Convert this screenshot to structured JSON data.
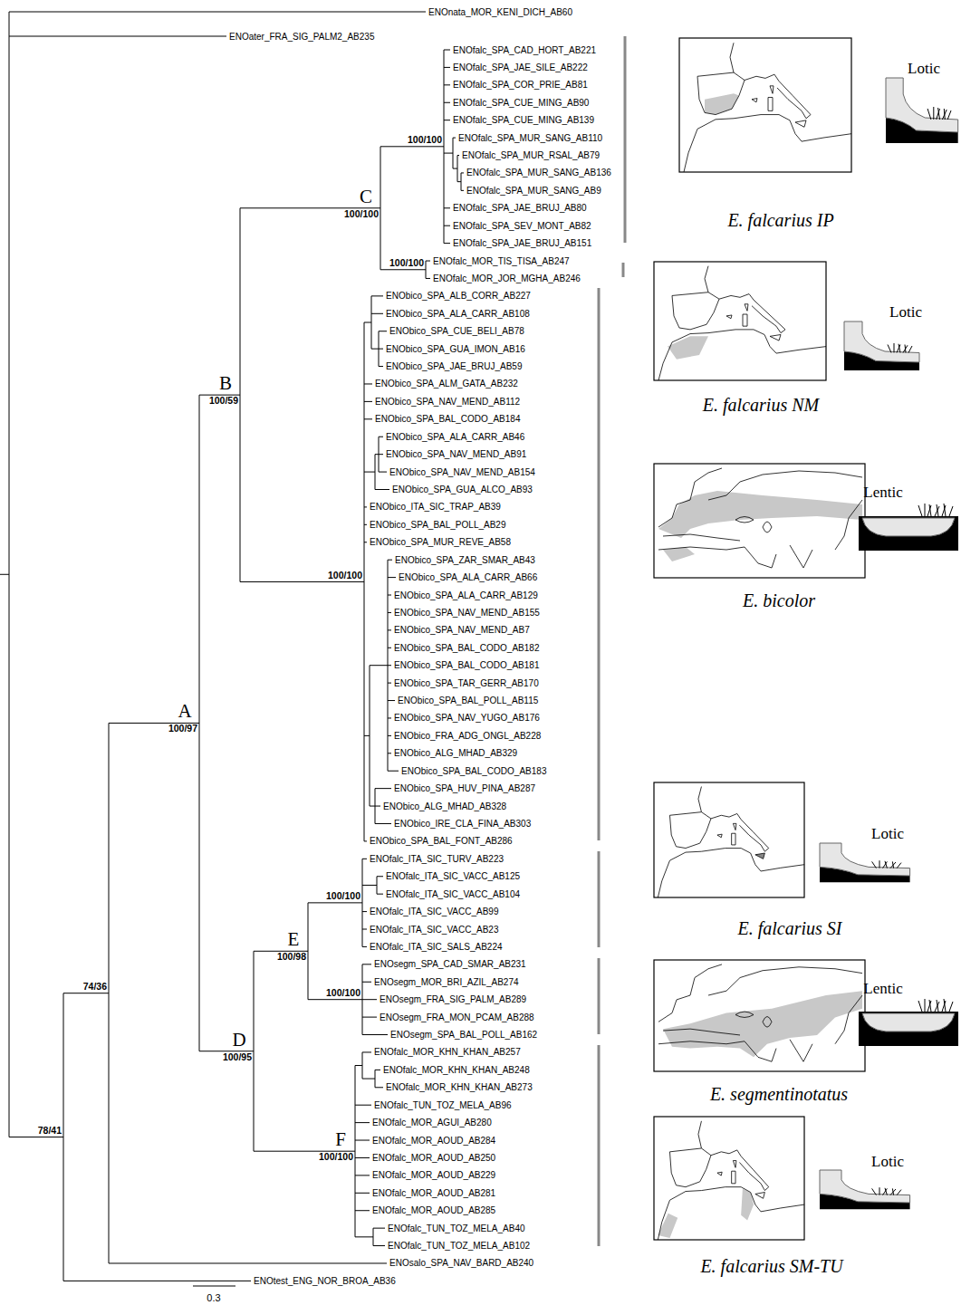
{
  "diagram": {
    "labels": [
      "ENOnata_MOR_KENI_DICH_AB60",
      "ENOater_FRA_SIG_PALM2_AB235",
      "ENOfalc_SPA_CAD_HORT_AB221",
      "ENOfalc_SPA_JAE_SILE_AB222",
      "ENOfalc_SPA_COR_PRIE_AB81",
      "ENOfalc_SPA_CUE_MING_AB90",
      "ENOfalc_SPA_CUE_MING_AB139",
      "ENOfalc_SPA_MUR_SANG_AB110",
      "ENOfalc_SPA_MUR_RSAL_AB79",
      "ENOfalc_SPA_MUR_SANG_AB136",
      "ENOfalc_SPA_MUR_SANG_AB9",
      "ENOfalc_SPA_JAE_BRUJ_AB80",
      "ENOfalc_SPA_SEV_MONT_AB82",
      "ENOfalc_SPA_JAE_BRUJ_AB151",
      "ENOfalc_MOR_TIS_TISA_AB247",
      "ENOfalc_MOR_JOR_MGHA_AB246",
      "ENObico_SPA_ALB_CORR_AB227",
      "ENObico_SPA_ALA_CARR_AB108",
      "ENObico_SPA_CUE_BELI_AB78",
      "ENObico_SPA_GUA_IMON_AB16",
      "ENObico_SPA_JAE_BRUJ_AB59",
      "ENObico_SPA_ALM_GATA_AB232",
      "ENObico_SPA_NAV_MEND_AB112",
      "ENObico_SPA_BAL_CODO_AB184",
      "ENObico_SPA_ALA_CARR_AB46",
      "ENObico_SPA_NAV_MEND_AB91",
      "ENObico_SPA_NAV_MEND_AB154",
      "ENObico_SPA_GUA_ALCO_AB93",
      "ENObico_ITA_SIC_TRAP_AB39",
      "ENObico_SPA_BAL_POLL_AB29",
      "ENObico_SPA_MUR_REVE_AB58",
      "ENObico_SPA_ZAR_SMAR_AB43",
      "ENObico_SPA_ALA_CARR_AB66",
      "ENObico_SPA_ALA_CARR_AB129",
      "ENObico_SPA_NAV_MEND_AB155",
      "ENObico_SPA_NAV_MEND_AB7",
      "ENObico_SPA_BAL_CODO_AB182",
      "ENObico_SPA_BAL_CODO_AB181",
      "ENObico_SPA_TAR_GERR_AB170",
      "ENObico_SPA_BAL_POLL_AB115",
      "ENObico_SPA_NAV_YUGO_AB176",
      "ENObico_FRA_ADG_ONGL_AB228",
      "ENObico_ALG_MHAD_AB329",
      "ENObico_SPA_BAL_CODO_AB183",
      "ENObico_SPA_HUV_PINA_AB287",
      "ENObico_ALG_MHAD_AB328",
      "ENObico_IRE_CLA_FINA_AB303",
      "ENObico_SPA_BAL_FONT_AB286",
      "ENOfalc_ITA_SIC_TURV_AB223",
      "ENOfalc_ITA_SIC_VACC_AB125",
      "ENOfalc_ITA_SIC_VACC_AB104",
      "ENOfalc_ITA_SIC_VACC_AB99",
      "ENOfalc_ITA_SIC_VACC_AB23",
      "ENOfalc_ITA_SIC_SALS_AB224",
      "ENOsegm_SPA_CAD_SMAR_AB231",
      "ENOsegm_MOR_BRI_AZIL_AB274",
      "ENOsegm_FRA_SIG_PALM_AB289",
      "ENOsegm_FRA_MON_PCAM_AB288",
      "ENOsegm_SPA_BAL_POLL_AB162",
      "ENOfalc_MOR_KHN_KHAN_AB257",
      "ENOfalc_MOR_KHN_KHAN_AB248",
      "ENOfalc_MOR_KHN_KHAN_AB273",
      "ENOfalc_TUN_TOZ_MELA_AB96",
      "ENOfalc_MOR_AGUI_AB280",
      "ENOfalc_MOR_AOUD_AB284",
      "ENOfalc_MOR_AOUD_AB250",
      "ENOfalc_MOR_AOUD_AB229",
      "ENOfalc_MOR_AOUD_AB281",
      "ENOfalc_MOR_AOUD_AB285",
      "ENOfalc_TUN_TOZ_MELA_AB40",
      "ENOfalc_TUN_TOZ_MELA_AB102",
      "ENOsalo_SPA_NAV_BARD_AB240",
      "ENOtest_ENG_NOR_BROA_AB36",
      "A",
      "B",
      "C",
      "D",
      "E",
      "F",
      "100/97",
      "100/59",
      "100/100",
      "100/95",
      "100/98",
      "100/100",
      "100/100",
      "100/100",
      "100/100",
      "100/100",
      "100/100",
      "74/36",
      "78/41",
      "E. falcarius IP",
      "E. falcarius NM",
      "E. bicolor",
      "E. falcarius SI",
      "E. segmentinotatus",
      "E. falcarius SM-TU",
      "Lotic",
      "Lotic",
      "Lentic",
      "Lotic",
      "Lentic",
      "Lotic",
      "0.3"
    ]
  }
}
